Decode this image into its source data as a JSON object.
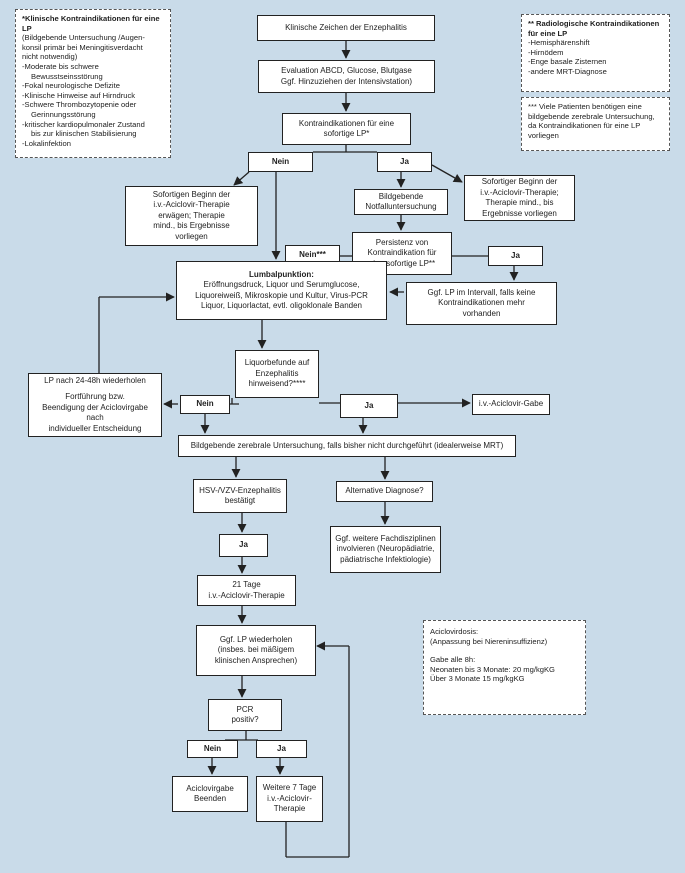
{
  "notes": {
    "contra_lp": {
      "title": "*Klinische Kontraindikationen für eine LP",
      "lines": [
        "(Bildgebende Untersuchung /Augen-",
        "konsil primär bei Meningitisverdacht",
        "nicht notwendig)",
        "-Moderate bis schwere",
        "Bewusstseinsstörung",
        "-Fokal neurologische Defizite",
        "-Klinische Hinweise auf Hirndruck",
        "-Schwere Thrombozytopenie oder",
        "Gerinnungsstörung",
        "-kritischer kardiopulmonaler Zustand",
        "bis zur klinischen Stabilisierung",
        "-Lokalinfektion"
      ]
    },
    "radio_contra": {
      "title": "** Radiologische Kontraindikationen für eine LP",
      "lines": [
        "-Hemisphärenshift",
        "-Hirnödem",
        "-Enge basale Zisternen",
        "-andere MRT-Diagnose"
      ]
    },
    "imaging_note": {
      "lines": [
        "*** Viele Patienten benötigen eine",
        "bildgebende zerebrale Untersuchung,",
        "da Kontraindikationen für eine LP",
        "vorliegen"
      ]
    },
    "dosing": {
      "lines": [
        "Aciclovirdosis:",
        "(Anpassung bei Niereninsuffizienz)",
        "Gabe alle 8h:",
        "Neonaten bis 3 Monate: 20 mg/kgKG",
        "Über 3 Monate 15 mg/kgKG"
      ]
    }
  },
  "boxes": {
    "start": [
      "Klinische Zeichen der Enzephalitis"
    ],
    "evaluation": [
      "Evaluation ABCD, Glucose, Blutgase",
      "Ggf. Hinzuziehen der Intensivstation)"
    ],
    "contra_check": [
      "Kontraindikationen für eine",
      "sofortige LP*"
    ],
    "nein1": [
      "Nein"
    ],
    "ja1": [
      "Ja"
    ],
    "consider_acv": [
      "Sofortigen Beginn der",
      "i.v.-Aciclovir-Therapie",
      "erwägen; Therapie",
      "mind., bis Ergebnisse",
      "vorliegen"
    ],
    "emergency_imaging": [
      "Bildgebende",
      "Notfalluntersuchung"
    ],
    "start_acv": [
      "Sofortiger Beginn der",
      "i.v.-Aciclovir-Therapie;",
      "Therapie mind., bis",
      "Ergebnisse vorliegen"
    ],
    "nein2": [
      "Nein***"
    ],
    "persistence": [
      "Persistenz von",
      "Kontraindikation für",
      "eine sofortige LP**"
    ],
    "ja2": [
      "Ja"
    ],
    "lumbar": [
      "Lumbalpunktion:",
      "Eröffnungsdruck, Liquor und Serumglucose,",
      "Liquoreiweiß, Mikroskopie und Kultur, Virus-PCR",
      "Liquor, Liquorlactat, evtl. oligoklonale Banden"
    ],
    "lp_interval": [
      "Ggf. LP im Intervall, falls keine",
      "Kontraindikationen mehr",
      "vorhanden"
    ],
    "repeat_lp": [
      "LP nach 24-48h wiederholen",
      "",
      "Fortführung bzw.",
      "Beendigung der Aciclovirgabe nach",
      "individueller Entscheidung"
    ],
    "csf_findings": [
      "Liquorbefunde auf",
      "Enzephalitis",
      "hinweisend?****"
    ],
    "nein3": [
      "Nein"
    ],
    "ja3": [
      "Ja"
    ],
    "acv_gabe": [
      "i.v.-Aciclovir-Gabe"
    ],
    "cerebral_imaging": [
      "Bildgebende zerebrale Untersuchung, falls bisher nicht durchgeführt (idealerweise MRT)"
    ],
    "hsv_confirmed": [
      "HSV-/VZV-Enzephalitis",
      "bestätigt"
    ],
    "alt_diag": [
      "Alternative Diagnose?"
    ],
    "ja4": [
      "Ja"
    ],
    "other_disc": [
      "Ggf. weitere Fachdisziplinen",
      "involvieren (Neuropädiatrie,",
      "pädiatrische Infektiologie)"
    ],
    "therapy21": [
      "21 Tage",
      "i.v.-Aciclovir-Therapie"
    ],
    "repeat_lp2": [
      "Ggf. LP wiederholen",
      "(insbes. bei mäßigem",
      "klinischen Ansprechen)"
    ],
    "pcr": [
      "PCR",
      "positiv?"
    ],
    "nein5": [
      "Nein"
    ],
    "ja5": [
      "Ja"
    ],
    "stop_acv": [
      "Aciclovirgabe",
      "Beenden"
    ],
    "seven_days": [
      "Weitere 7 Tage",
      "i.v.-Aciclovir-",
      "Therapie"
    ]
  }
}
